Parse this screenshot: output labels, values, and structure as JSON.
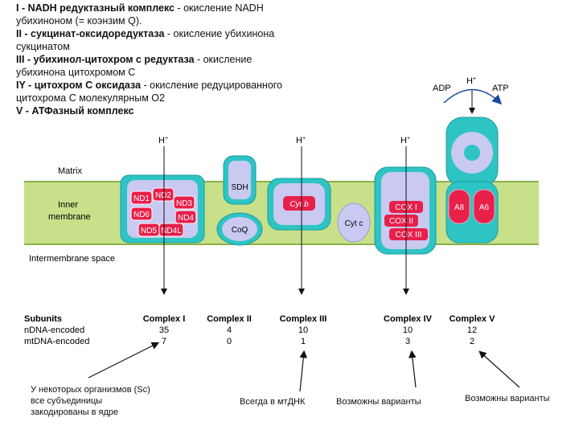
{
  "legend": [
    {
      "key": "I - NADH редуктазный комплекс",
      "rest": " - окисление NADH"
    },
    {
      "key": "",
      "rest": "убихиноном (= коэнзим Q)."
    },
    {
      "key": "II - сукцинат-оксидоредуктаза",
      "rest": " - окисление убихинона"
    },
    {
      "key": "",
      "rest": "сукцинатом"
    },
    {
      "key": "III - убихинол-цитохром с редуктаза",
      "rest": " - окисление"
    },
    {
      "key": "",
      "rest": "убихинона цитохромом С"
    },
    {
      "key": "IY - цитохром С оксидаза",
      "rest": " - окисление редуцированного"
    },
    {
      "key": "",
      "rest": "цитохрома С молекулярным О2"
    },
    {
      "key": "V  - АТФазный комплекс",
      "rest": ""
    }
  ],
  "membrane": {
    "matrix": "Matrix",
    "inner1": "Inner",
    "inner2": "membrane",
    "intermembrane": "Intermembrane space"
  },
  "protons": {
    "h": "H",
    "plus": "+"
  },
  "atp": {
    "adp": "ADP",
    "atp": "ATP"
  },
  "complex1": {
    "labels": [
      "ND1",
      "ND2",
      "ND3",
      "ND6",
      "ND4",
      "ND5",
      "ND4L"
    ]
  },
  "complex2": {
    "sdh": "SDH",
    "coq": "CoQ"
  },
  "complex3": {
    "cytb": "Cyt b",
    "cytc": "Cyt c"
  },
  "complex4": {
    "labels": [
      "COX I",
      "COX II",
      "COX III"
    ]
  },
  "complex5": {
    "labels": [
      "A8",
      "A6"
    ]
  },
  "table": {
    "header": "Subunits",
    "row1": "nDNA-encoded",
    "row2": "mtDNA-encoded",
    "columns": [
      {
        "name": "Complex I",
        "n": "35",
        "mt": "7"
      },
      {
        "name": "Complex II",
        "n": "4",
        "mt": "0"
      },
      {
        "name": "Complex III",
        "n": "10",
        "mt": "1"
      },
      {
        "name": "Complex IV",
        "n": "10",
        "mt": "3"
      },
      {
        "name": "Complex V",
        "n": "12",
        "mt": "2"
      }
    ]
  },
  "notes": {
    "n1a": "У некоторых организмов (Sc)",
    "n1b": "все субъединицы",
    "n1c": "закодированы в ядре",
    "n2": "Всегда в мтДНК",
    "n3": "Возможны варианты",
    "n4": "Возможны варианты"
  },
  "colors": {
    "membrane": "#c8e08a",
    "membraneBorder": "#8ab04a",
    "teal": "#2ec4c4",
    "tealDark": "#1a9a9e",
    "lavender": "#c9c9f2",
    "red": "#e8204a",
    "pink": "#f5a0b4"
  }
}
